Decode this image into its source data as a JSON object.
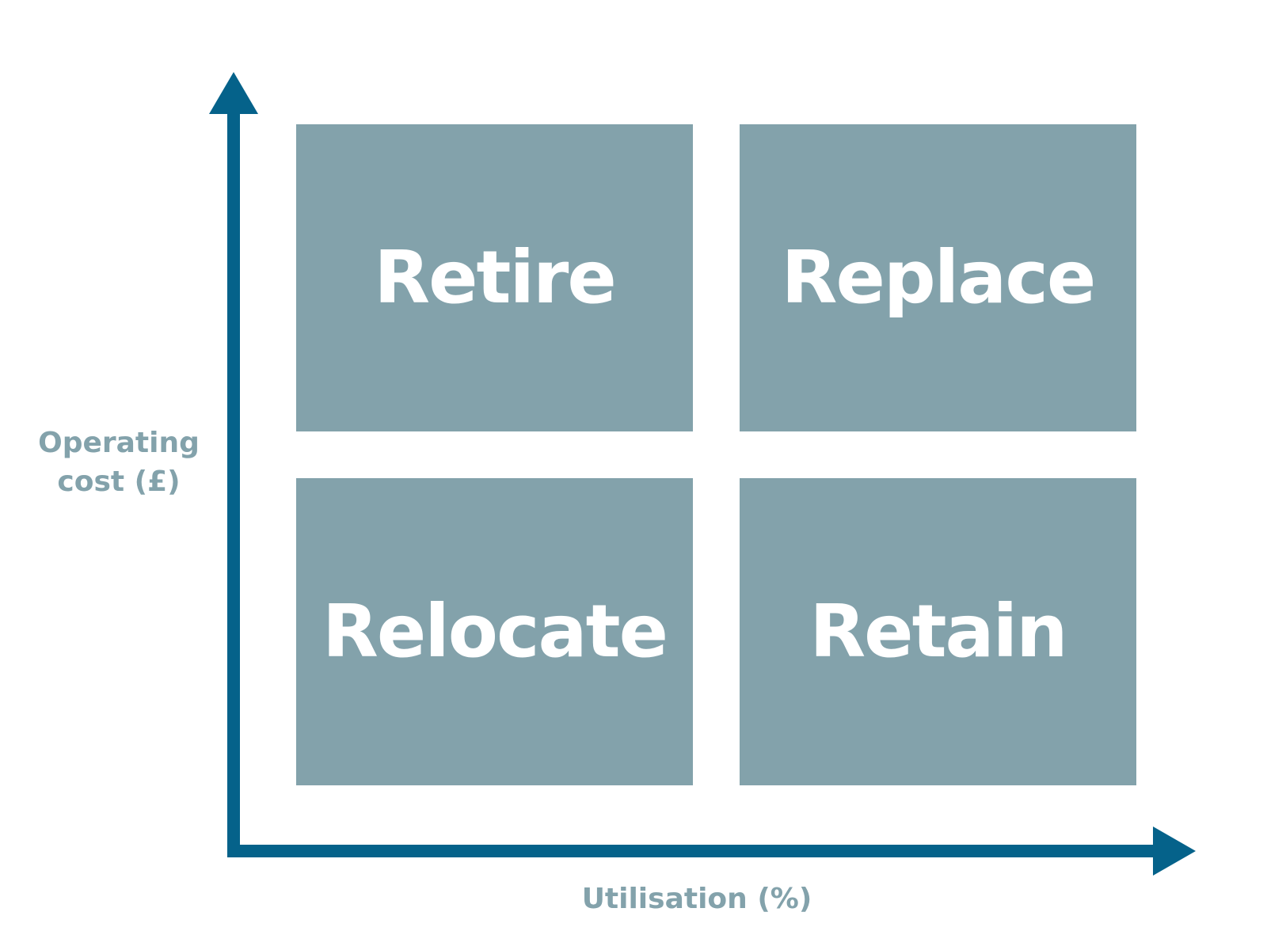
{
  "colors": {
    "axis": "#05628a",
    "quadrant_fill": "#83a2ab",
    "quadrant_text": "#ffffff",
    "axis_label": "#83a2ab"
  },
  "axes": {
    "y_label_line1": "Operating",
    "y_label_line2": "cost (£)",
    "x_label": "Utilisation (%)"
  },
  "quadrants": {
    "top_left": "Retire",
    "top_right": "Replace",
    "bottom_left": "Relocate",
    "bottom_right": "Retain"
  }
}
